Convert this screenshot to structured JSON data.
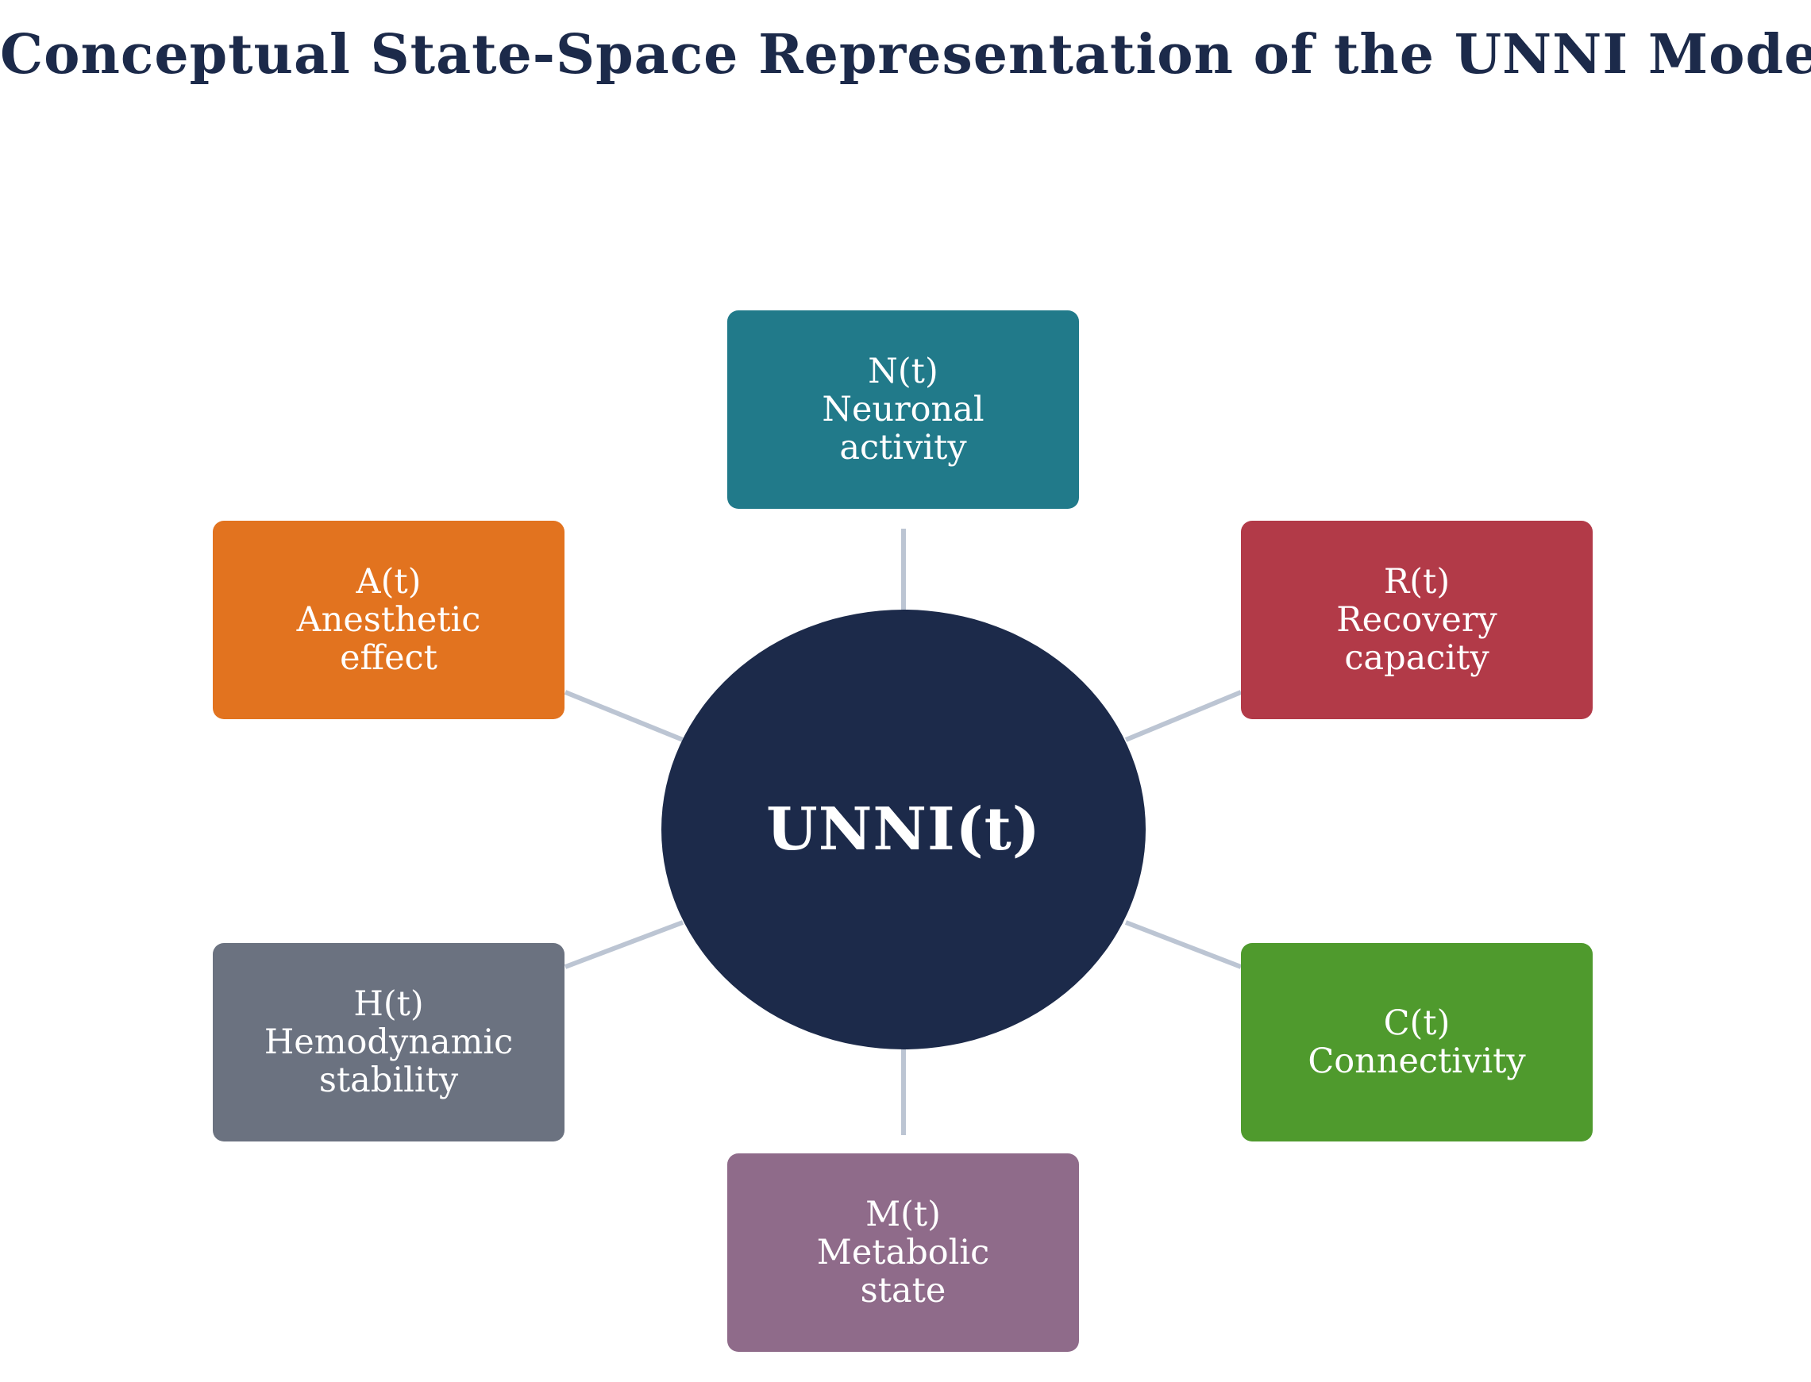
{
  "title": "Conceptual State-Space Representation of the UNNI Model",
  "colors": {
    "title": "#1c2a4a",
    "center": "#1c2a4a",
    "connector": "#bcc5d3"
  },
  "center": {
    "label": "UNNI(t)"
  },
  "nodes": {
    "neuronal": {
      "symbol": "N(t)",
      "line1": "Neuronal",
      "line2": "activity",
      "color": "#217a8a"
    },
    "anesthetic": {
      "symbol": "A(t)",
      "line1": "Anesthetic",
      "line2": "effect",
      "color": "#e2731f"
    },
    "recovery": {
      "symbol": "R(t)",
      "line1": "Recovery",
      "line2": "capacity",
      "color": "#b23a48"
    },
    "hemodynamic": {
      "symbol": "H(t)",
      "line1": "Hemodynamic",
      "line2": "stability",
      "color": "#6b7280"
    },
    "connectivity": {
      "symbol": "C(t)",
      "line1": "Connectivity",
      "line2": "",
      "color": "#4f9a2d"
    },
    "metabolic": {
      "symbol": "M(t)",
      "line1": "Metabolic",
      "line2": "state",
      "color": "#8f6b8a"
    }
  }
}
